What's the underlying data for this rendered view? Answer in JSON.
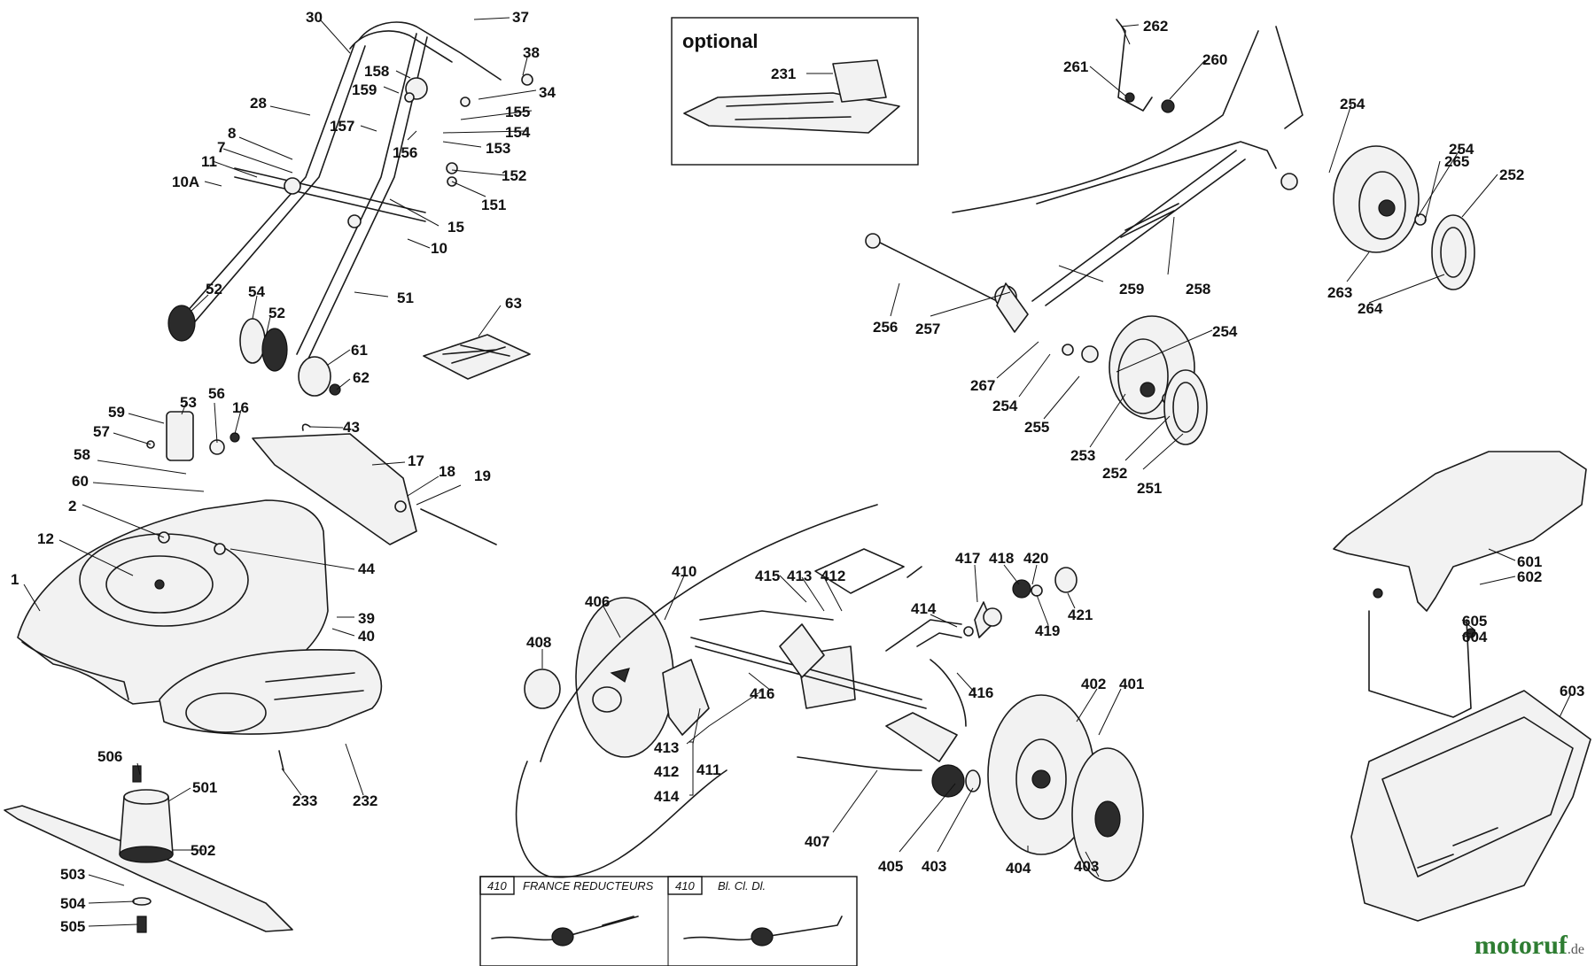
{
  "optional_box": {
    "title": "optional",
    "label": "231"
  },
  "inset_left": {
    "code": "410",
    "title": "FRANCE REDUCTEURS"
  },
  "inset_right": {
    "code": "410",
    "title": "Bl. Cl. Dl."
  },
  "watermark": {
    "name": "motoruf",
    "tld": ".de"
  },
  "labels": {
    "l30": "30",
    "l37": "37",
    "l38": "38",
    "l34": "34",
    "l158": "158",
    "l159": "159",
    "l28": "28",
    "l155": "155",
    "l154": "154",
    "l157": "157",
    "l156": "156",
    "l153": "153",
    "l8": "8",
    "l7": "7",
    "l11": "11",
    "l10A": "10A",
    "l152": "152",
    "l151": "151",
    "l15": "15",
    "l10": "10",
    "l51": "51",
    "l52a": "52",
    "l54": "54",
    "l52b": "52",
    "l61": "61",
    "l62": "62",
    "l63": "63",
    "l59": "59",
    "l57": "57",
    "l53": "53",
    "l56": "56",
    "l16": "16",
    "l43": "43",
    "l17": "17",
    "l18": "18",
    "l19": "19",
    "l58": "58",
    "l60": "60",
    "l2": "2",
    "l12": "12",
    "l1": "1",
    "l44": "44",
    "l39": "39",
    "l40": "40",
    "l506": "506",
    "l501": "501",
    "l502": "502",
    "l503": "503",
    "l504": "504",
    "l505": "505",
    "l233": "233",
    "l232": "232",
    "l262": "262",
    "l261": "261",
    "l260": "260",
    "l254a": "254",
    "l254b": "254",
    "l265": "265",
    "l252a": "252",
    "l263": "263",
    "l264": "264",
    "l258": "258",
    "l259": "259",
    "l256": "256",
    "l257": "257",
    "l254c": "254",
    "l267": "267",
    "l254d": "254",
    "l255": "255",
    "l253": "253",
    "l252b": "252",
    "l251": "251",
    "l410": "410",
    "l415": "415",
    "l413a": "413",
    "l412a": "412",
    "l406": "406",
    "l408": "408",
    "l417": "417",
    "l418": "418",
    "l420": "420",
    "l414a": "414",
    "l419": "419",
    "l421": "421",
    "l416a": "416",
    "l416b": "416",
    "l413b": "413",
    "l412b": "412",
    "l414b": "414",
    "l411": "411",
    "l402": "402",
    "l401": "401",
    "l407": "407",
    "l405": "405",
    "l403a": "403",
    "l404": "404",
    "l403b": "403",
    "l601": "601",
    "l602": "602",
    "l605": "605",
    "l604": "604",
    "l603": "603"
  }
}
